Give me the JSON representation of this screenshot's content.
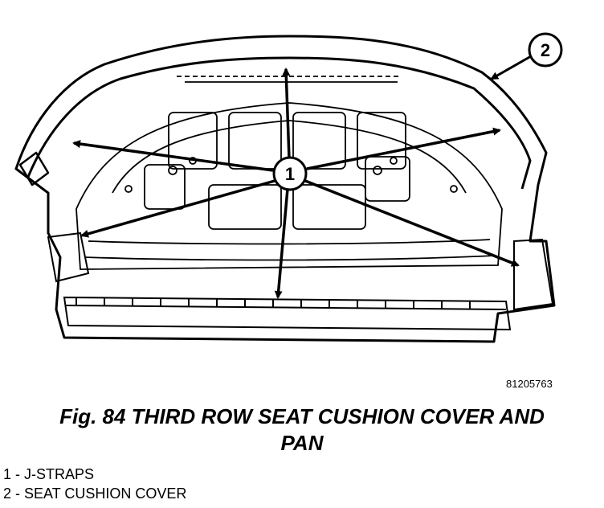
{
  "figure": {
    "callout_1": "1",
    "callout_2": "2",
    "figure_id": "81205763"
  },
  "caption": {
    "line1": "Fig. 84 THIRD ROW SEAT CUSHION COVER AND",
    "line2": "PAN"
  },
  "legend": [
    "1 - J-STRAPS",
    "2 - SEAT CUSHION COVER"
  ]
}
